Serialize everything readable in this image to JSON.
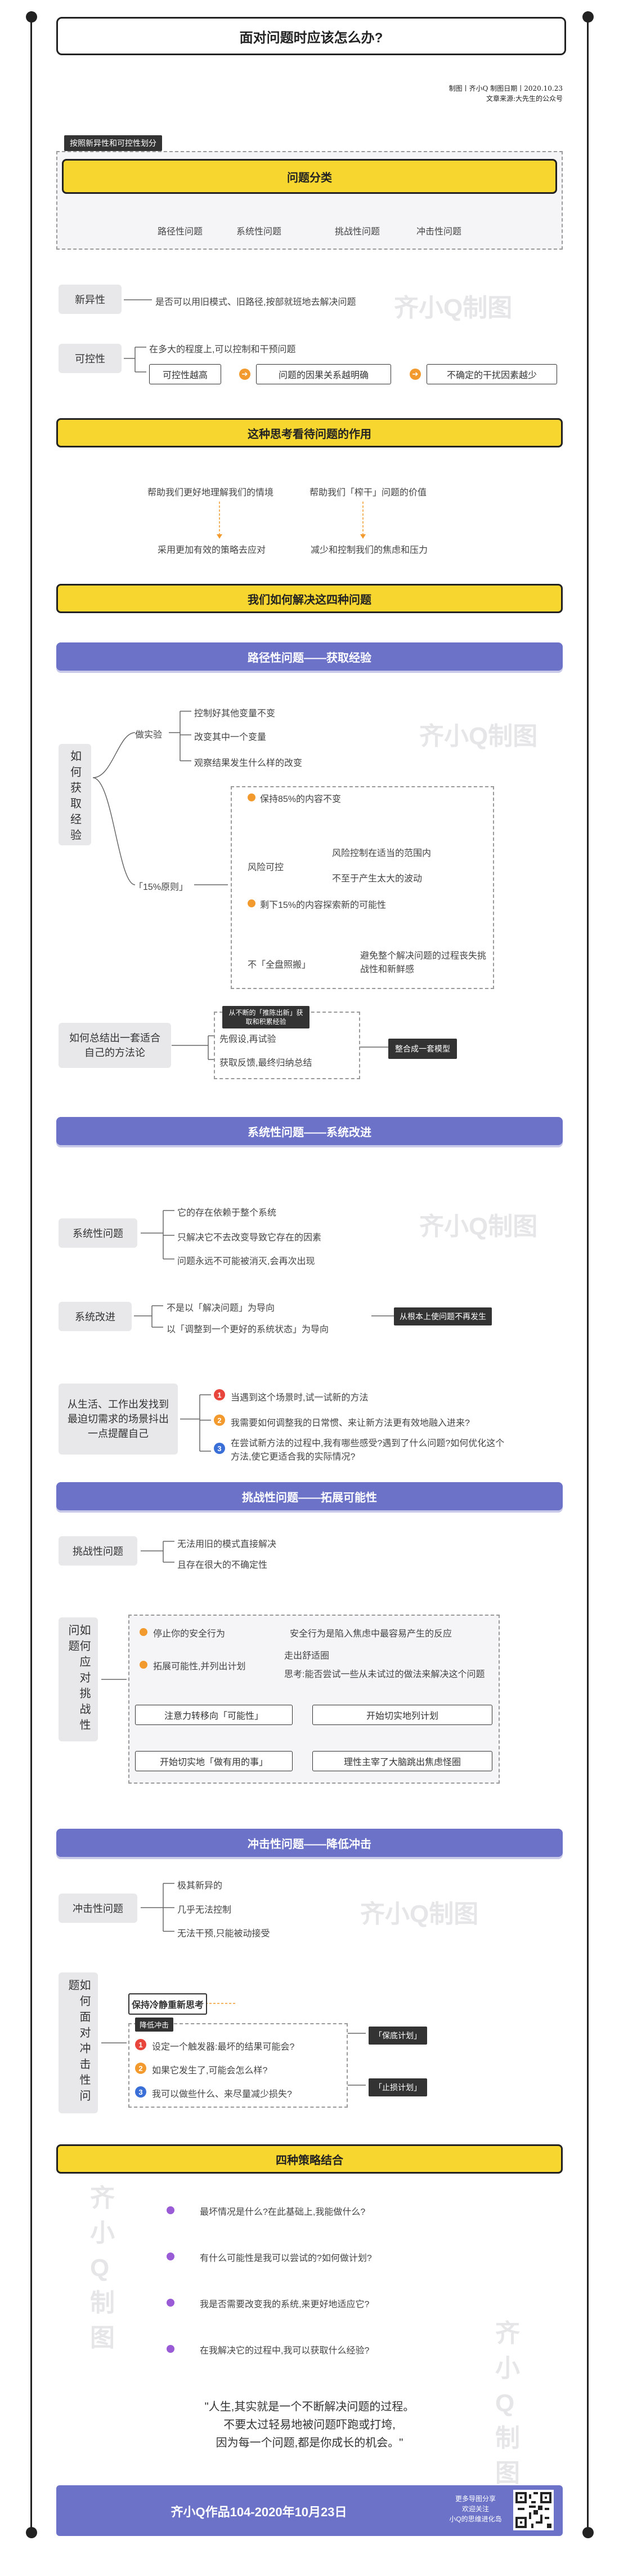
{
  "title": "面对问题时应该怎么办?",
  "meta": {
    "line1": "制图丨齐小Q  制图日期丨2020.10.23",
    "line2": "文章来源:大先生的公众号"
  },
  "sec1": {
    "tag": "按照新异性和可控性划分",
    "header": "问题分类",
    "types": [
      "路径性问题",
      "系统性问题",
      "挑战性问题",
      "冲击性问题"
    ],
    "novelty_label": "新异性",
    "novelty_text": "是否可以用旧模式、旧路径,按部就班地去解决问题",
    "control_label": "可控性",
    "control_text": "在多大的程度上,可以控制和干预问题",
    "control_chain": [
      "可控性越高",
      "问题的因果关系越明确",
      "不确定的干扰因素越少"
    ]
  },
  "sec2": {
    "header": "这种思考看待问题的作用",
    "left1": "帮助我们更好地理解我们的情境",
    "left2": "采用更加有效的策略去应对",
    "right1": "帮助我们「榨干」问题的价值",
    "right2": "减少和控制我们的焦虑和压力"
  },
  "sec3": {
    "header": "我们如何解决这四种问题"
  },
  "path": {
    "header": "路径性问题——获取经验",
    "side": "如何获取经验",
    "exp": "做实验",
    "exp_items": [
      "控制好其他变量不变",
      "改变其中一个变量",
      "观察结果发生什么样的改变"
    ],
    "rule": "「15%原则」",
    "r_keep": "保持85%的内容不变",
    "r_risk": "风险可控",
    "r_risk_items": [
      "风险控制在适当的范围内",
      "不至于产生太大的波动"
    ],
    "r_other": "剩下15%的内容探索新的可能性",
    "r_all": "不「全盘照搬」",
    "r_all_text": "避免整个解决问题的过程丧失挑战性和新鲜感",
    "method_label": "如何总结出一套适合自己的方法论",
    "method_tag": "从不断的「推陈出新」获取和积累经验",
    "method_items": [
      "先假设,再试验",
      "获取反馈,最终归纳总结"
    ],
    "method_result": "整合成一套模型"
  },
  "system": {
    "header": "系统性问题——系统改进",
    "label": "系统性问题",
    "items": [
      "它的存在依赖于整个系统",
      "只解决它不去改变导致它存在的因素",
      "问题永远不可能被消灭,会再次出现"
    ],
    "improve_label": "系统改进",
    "improve_items": [
      "不是以「解决问题」为导向",
      "以「调整到一个更好的系统状态」为导向"
    ],
    "improve_tag": "从根本上使问题不再发生",
    "work_label": "从生活、工作出发找到最迫切需求的场景抖出一点提醒自己",
    "questions": [
      "当遇到这个场景时,试一试新的方法",
      "我需要如何调整我的日常惯、来让新方法更有效地融入进来?",
      "在尝试新方法的过程中,我有哪些感受?遇到了什么问题?如何优化这个方法,使它更适合我的实际情况?"
    ]
  },
  "challenge": {
    "header": "挑战性问题——拓展可能性",
    "label": "挑战性问题",
    "items": [
      "无法用旧的模式直接解决",
      "且存在很大的不确定性"
    ],
    "side": "如何应对挑战性问题",
    "stop": "停止你的安全行为",
    "stop_text": "安全行为是陷入焦虑中最容易产生的反应",
    "expand": "拓展可能性,并列出计划",
    "expand_items": [
      "走出舒适圈",
      "思考:能否尝试一些从未试过的做法来解决这个问题"
    ],
    "focus": "注意力转移向「可能性」",
    "plan": "开始切实地列计划",
    "act": "开始切实地「做有用的事」",
    "reason": "理性主宰了大脑跳出焦虑怪圈"
  },
  "impact": {
    "header": "冲击性问题——降低冲击",
    "label": "冲击性问题",
    "items": [
      "极其新异的",
      "几乎无法控制",
      "无法干预,只能被动接受"
    ],
    "side": "如何面对冲击性问题",
    "calm": "保持冷静重新思考",
    "reduce": "降低冲击",
    "steps": [
      "设定一个触发器:最坏的结果可能会?",
      "如果它发生了,可能会怎么样?",
      "我可以做些什么、来尽量减少损失?"
    ],
    "tag1": "「保底计划」",
    "tag2": "「止损计划」"
  },
  "combine": {
    "header": "四种策略结合",
    "items": [
      "最坏情况是什么?在此基础上,我能做什么?",
      "有什么可能性是我可以尝试的?如何做计划?",
      "我是否需要改变我的系统,来更好地适应它?",
      "在我解决它的过程中,我可以获取什么经验?"
    ],
    "quote": [
      "\"人生,其实就是一个不断解决问题的过程。",
      "不要太过轻易地被问题吓跑或打垮,",
      "因为每一个问题,都是你成长的机会。\""
    ]
  },
  "footer": {
    "text": "齐小Q作品104-2020年10月23日",
    "side": [
      "更多导图分享",
      "欢迎关注",
      "小Q的思维进化岛"
    ]
  },
  "watermark": [
    "齐小Q制图",
    "齐小Q制图",
    "齐小Q制图",
    "齐小Q制图",
    "齐",
    "小",
    "Q",
    "制",
    "图"
  ],
  "colors": {
    "yellow": "#f8d630",
    "purple": "#6b72c8",
    "orange": "#f29a2e",
    "red": "#e8453c",
    "blue": "#3b6fd8",
    "violet": "#9a5bd6"
  }
}
